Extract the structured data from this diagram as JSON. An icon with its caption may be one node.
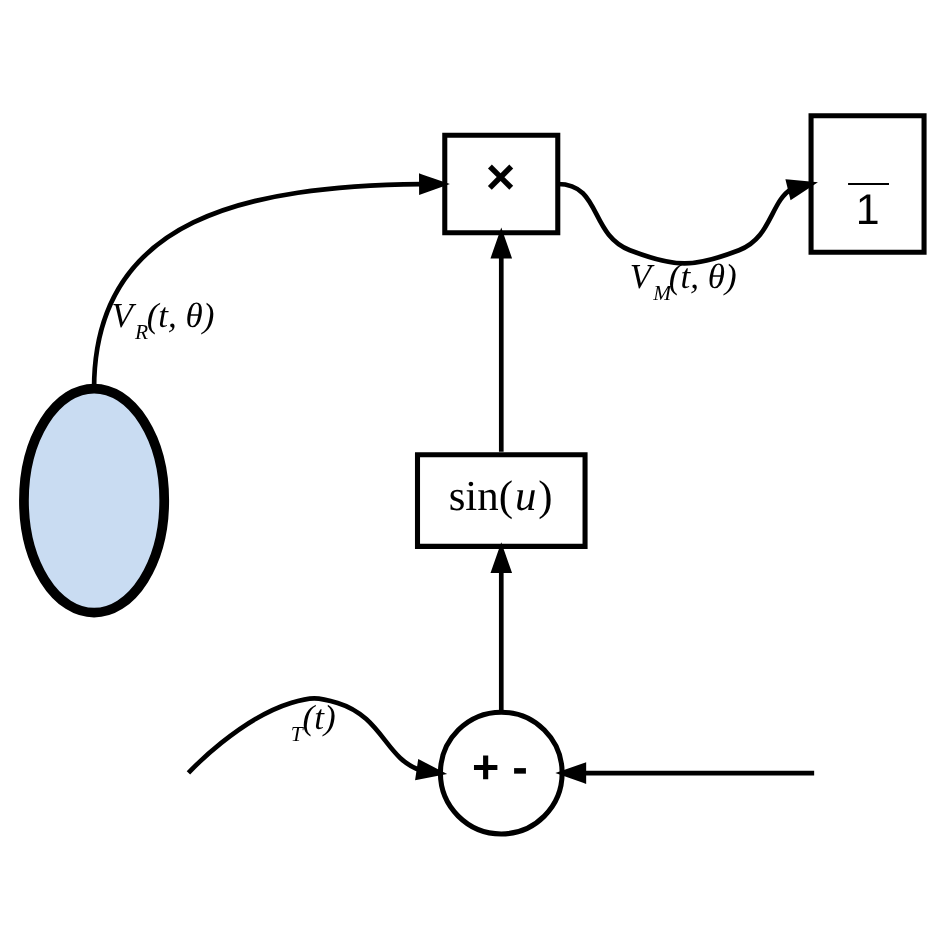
{
  "diagram": {
    "nodes": [
      {
        "text": [],
        "shape": "ellipse"
      },
      {
        "text": [
          "×"
        ]
      },
      {
        "text": [
          "1"
        ]
      },
      {
        "text": [
          "sin(*u*)"
        ]
      },
      {
        "text": [
          "+ -"
        ]
      }
    ],
    "edges": [
      {
        "from": 0,
        "to": 1,
        "arrow": "to",
        "label": "V$_{R}$(t, θ)"
      },
      {
        "from": 1,
        "to": 2,
        "arrow": "to",
        "label": "V$_{M}$(t, θ)"
      },
      {
        "from": 3,
        "to": 1,
        "arrow": "to"
      },
      {
        "from": 4,
        "to": 3,
        "arrow": "to"
      },
      {
        "from": null,
        "to": 4,
        "arrow": "to",
        "label": "$_{T}$(t)"
      },
      {
        "from": null,
        "to": 4,
        "arrow": "to"
      }
    ]
  }
}
